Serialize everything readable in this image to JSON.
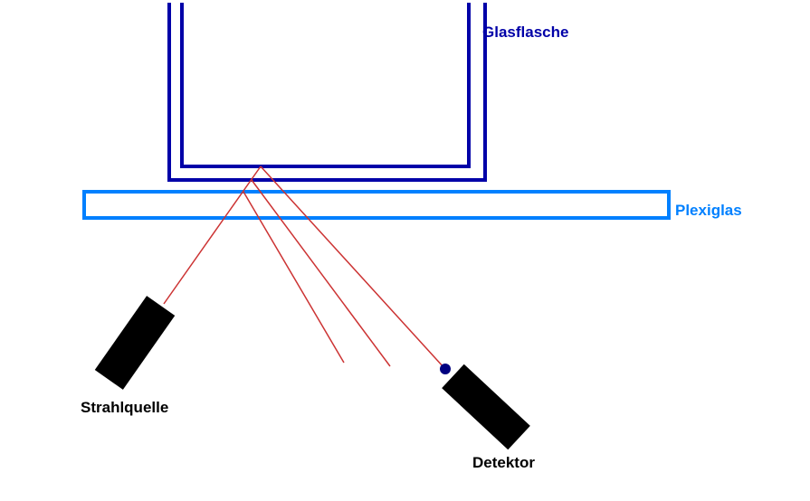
{
  "diagram": {
    "labels": {
      "bottle": "Glasflasche",
      "plexiglass": "Plexiglas",
      "source": "Strahlquelle",
      "detector": "Detektor"
    },
    "colors": {
      "background": "#FFFFFF",
      "bottle_outline": "#0000A8",
      "bottle_label": "#0000A8",
      "plexiglass_outline": "#0080FF",
      "plexiglass_label": "#0080FF",
      "beam": "#CC3333",
      "device_fill": "#000000",
      "detector_dot": "#000080",
      "label_text": "#000000"
    }
  }
}
